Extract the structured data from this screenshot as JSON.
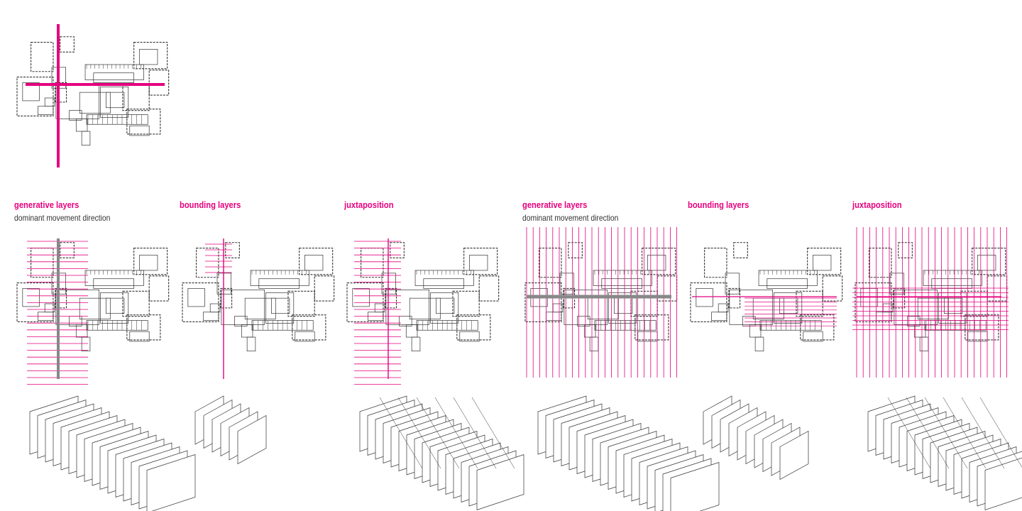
{
  "colors": {
    "accent": "#e5007e",
    "linework": "#333333",
    "highlight": "#888888"
  },
  "panels": [
    {
      "title": "generative layers",
      "subtitle": "dominant movement direction",
      "direction": "horizontal",
      "mode": "generative"
    },
    {
      "title": "bounding layers",
      "subtitle": "",
      "direction": "horizontal",
      "mode": "bounding"
    },
    {
      "title": "juxtaposition",
      "subtitle": "",
      "direction": "horizontal",
      "mode": "juxtaposition"
    },
    {
      "title": "generative layers",
      "subtitle": "dominant movement direction",
      "direction": "vertical",
      "mode": "generative"
    },
    {
      "title": "bounding layers",
      "subtitle": "",
      "direction": "vertical",
      "mode": "bounding"
    },
    {
      "title": "juxtaposition",
      "subtitle": "",
      "direction": "vertical",
      "mode": "juxtaposition"
    }
  ]
}
